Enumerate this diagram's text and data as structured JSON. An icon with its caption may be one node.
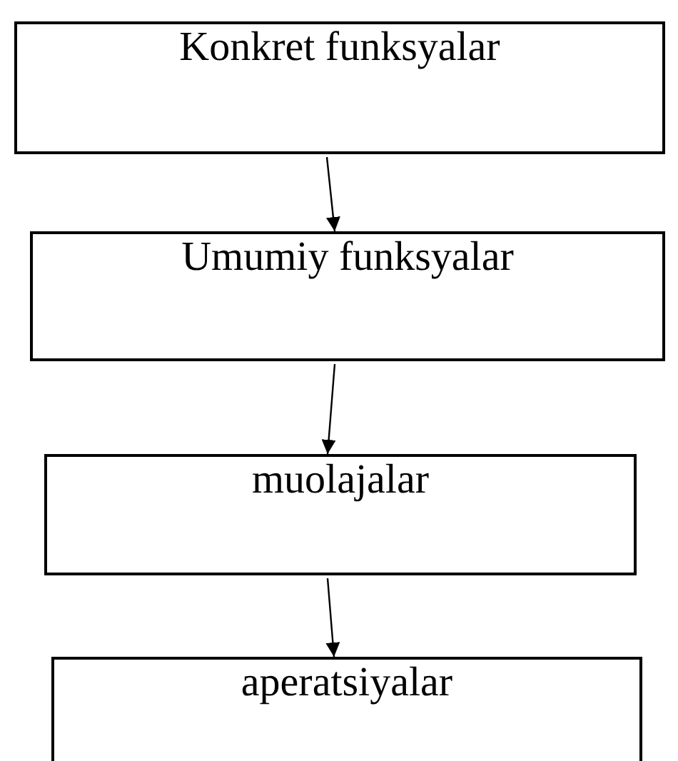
{
  "diagram": {
    "nodes": [
      {
        "text": [
          "Konkret funksyalar"
        ]
      },
      {
        "text": [
          "Umumiy funksyalar"
        ]
      },
      {
        "text": [
          "muolajalar"
        ]
      },
      {
        "text": [
          "aperatsiyalar"
        ]
      }
    ],
    "edges": [
      {
        "from": 0,
        "to": 1,
        "arrow": "to"
      },
      {
        "from": 1,
        "to": 2,
        "arrow": "to"
      },
      {
        "from": 2,
        "to": 3,
        "arrow": "to"
      }
    ]
  }
}
